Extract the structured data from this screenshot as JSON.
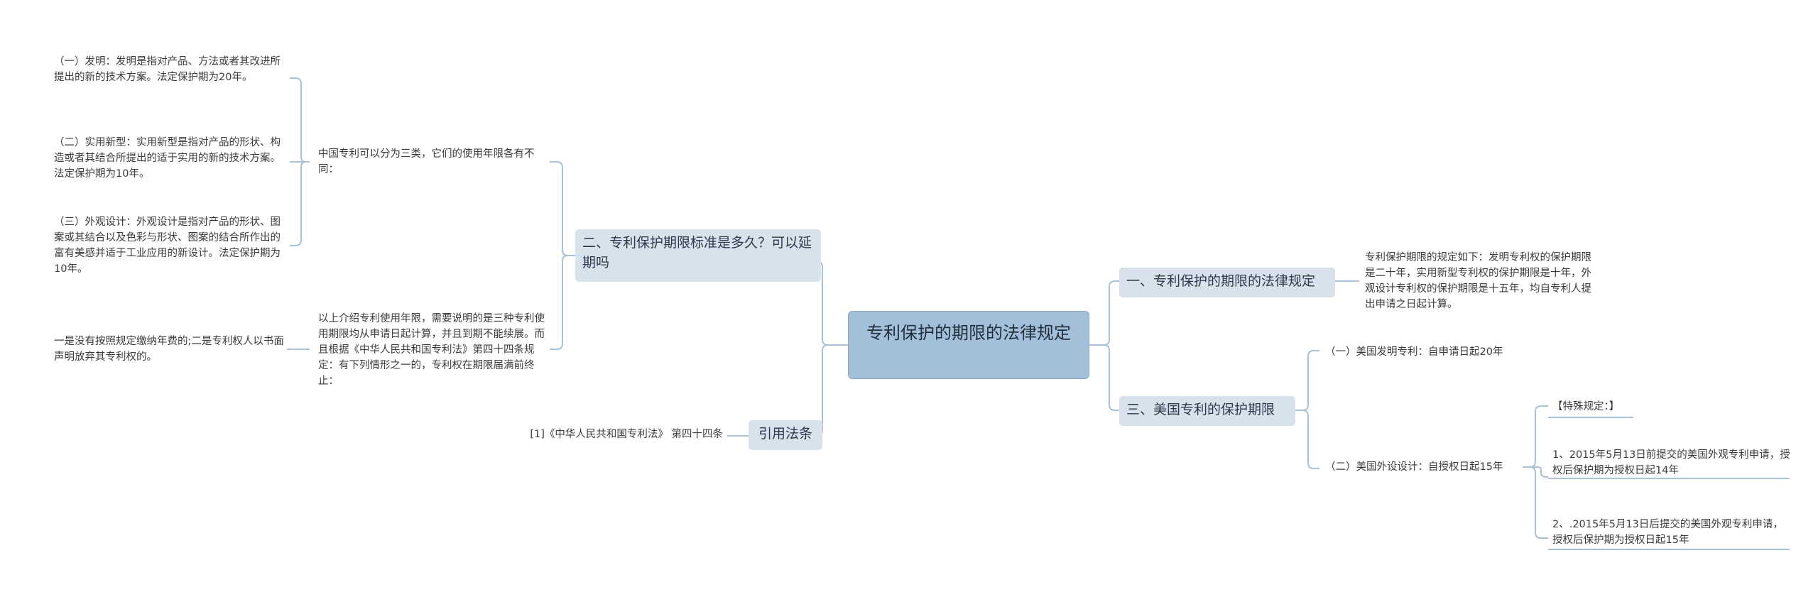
{
  "root": {
    "title": "专利保护的期限的法律规定"
  },
  "left": {
    "branch_two": {
      "label": "二、专利保护期限标准是多久？可以延期吗",
      "intro": "中国专利可以分为三类，它们的使用年限各有不同：",
      "type_invention": "（一）发明：发明是指对产品、方法或者其改进所提出的新的技术方案。法定保护期为20年。",
      "type_utility": "（二）实用新型：实用新型是指对产品的形状、构造或者其结合所提出的适于实用的新的技术方案。法定保护期为10年。",
      "type_design": "（三）外观设计：外观设计是指对产品的形状、图案或其结合以及色彩与形状、图案的结合所作出的富有美感并适于工业应用的新设计。法定保护期为10年。",
      "summary": "以上介绍专利使用年限，需要说明的是三种专利使用期限均从申请日起计算，并且到期不能续展。而且根据《中华人民共和国专利法》第四十四条规定：有下列情形之一的，专利权在期限届满前终止：",
      "termination": "一是没有按照规定缴纳年费的;二是专利权人以书面声明放弃其专利权的。"
    },
    "branch_cite": {
      "label": "引用法条",
      "ref": "[1]《中华人民共和国专利法》 第四十四条"
    }
  },
  "right": {
    "branch_one": {
      "label": "一、专利保护的期限的法律规定",
      "detail": "专利保护期限的规定如下：发明专利权的保护期限是二十年，实用新型专利权的保护期限是十年，外观设计专利权的保护期限是十五年，均自专利人提出申请之日起计算。"
    },
    "branch_three": {
      "label": "三、美国专利的保护期限",
      "us_invention": "（一）美国发明专利：自申请日起20年",
      "us_design": "（二）美国外设设计：自授权日起15年",
      "special_header": "【特殊规定：】",
      "special_1": "1、2015年5月13日前提交的美国外观专利申请，授权后保护期为授权日起14年",
      "special_2": "2、.2015年5月13日后提交的美国外观专利申请，授权后保护期为授权日起15年"
    }
  },
  "colors": {
    "root_fill": "#a3bfd9",
    "branch_fill": "#d7e2ec",
    "connector": "#a9c2d8"
  }
}
